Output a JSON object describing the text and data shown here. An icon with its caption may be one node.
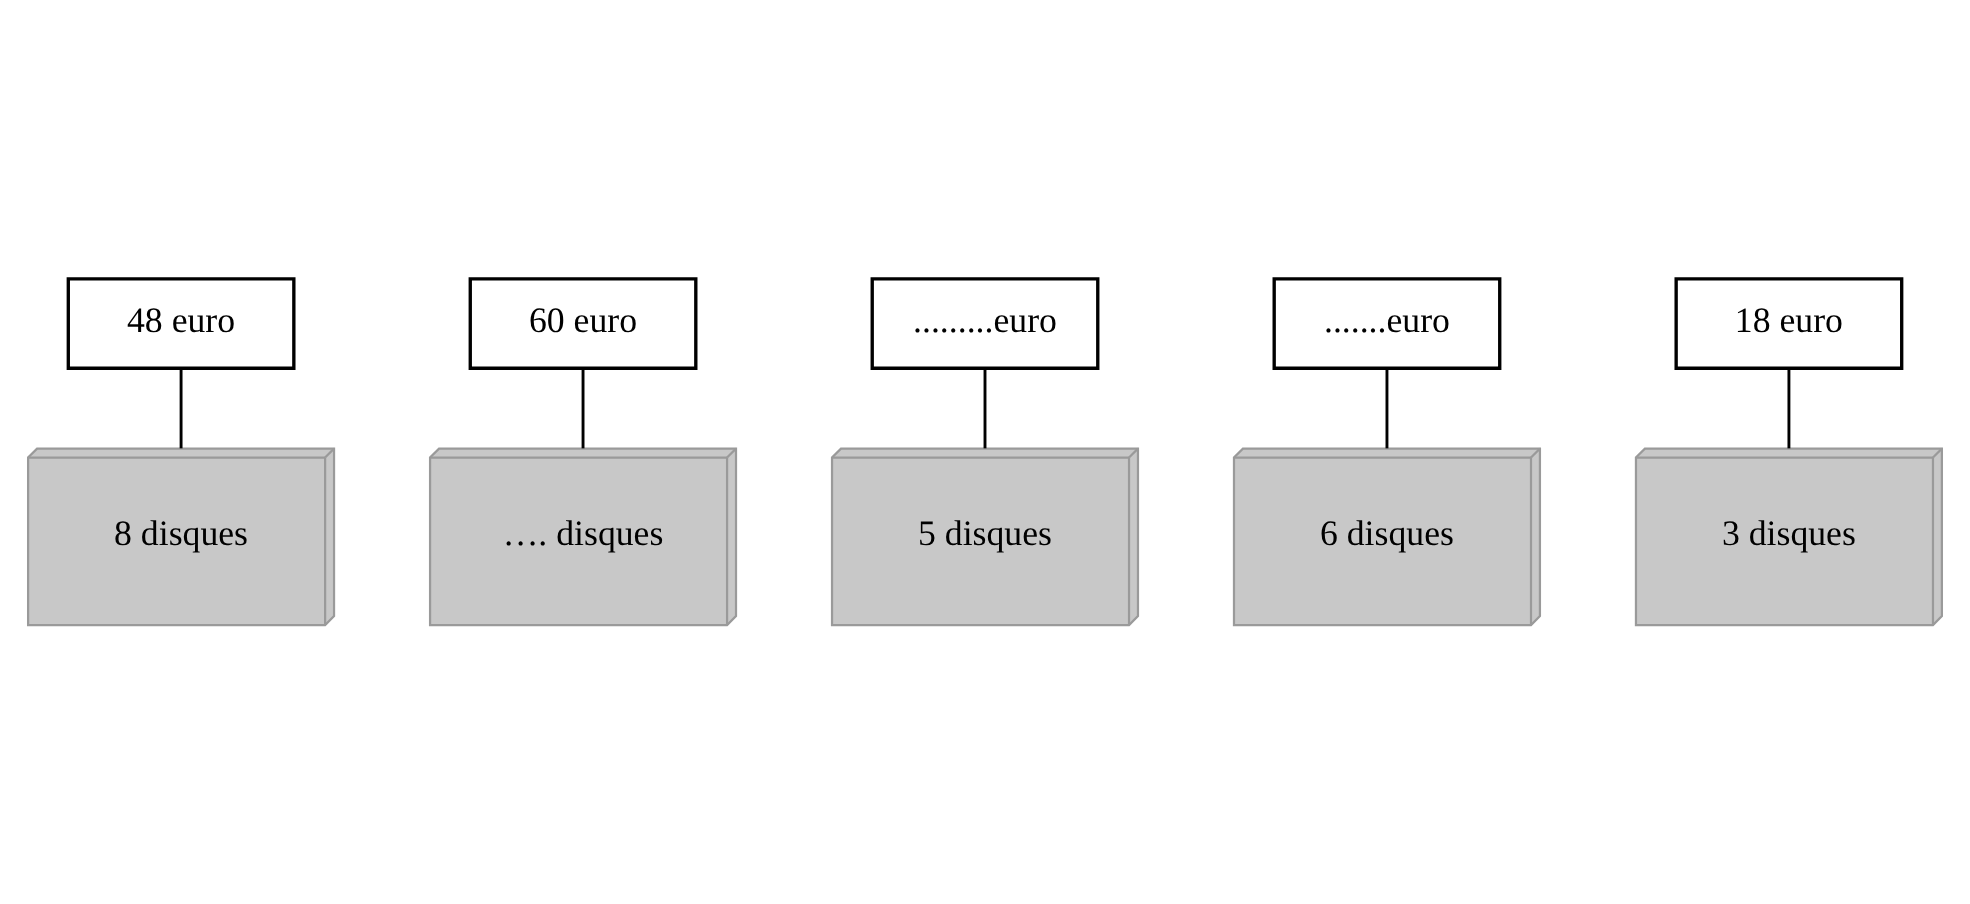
{
  "diagram": {
    "nodes": [
      {
        "text": [
          "48 euro"
        ]
      },
      {
        "text": [
          "8 disques"
        ]
      },
      {
        "text": [
          "60 euro"
        ]
      },
      {
        "text": [
          "…. disques"
        ]
      },
      {
        "text": [
          ".........euro"
        ]
      },
      {
        "text": [
          "5 disques"
        ]
      },
      {
        "text": [
          ".......euro"
        ]
      },
      {
        "text": [
          "6 disques"
        ]
      },
      {
        "text": [
          "18 euro"
        ]
      },
      {
        "text": [
          "3 disques"
        ]
      }
    ],
    "edges": [
      {
        "from": 0,
        "to": 1,
        "arrow": "none"
      },
      {
        "from": 2,
        "to": 3,
        "arrow": "none"
      },
      {
        "from": 4,
        "to": 5,
        "arrow": "none"
      },
      {
        "from": 6,
        "to": 7,
        "arrow": "none"
      },
      {
        "from": 8,
        "to": 9,
        "arrow": "none"
      }
    ]
  }
}
